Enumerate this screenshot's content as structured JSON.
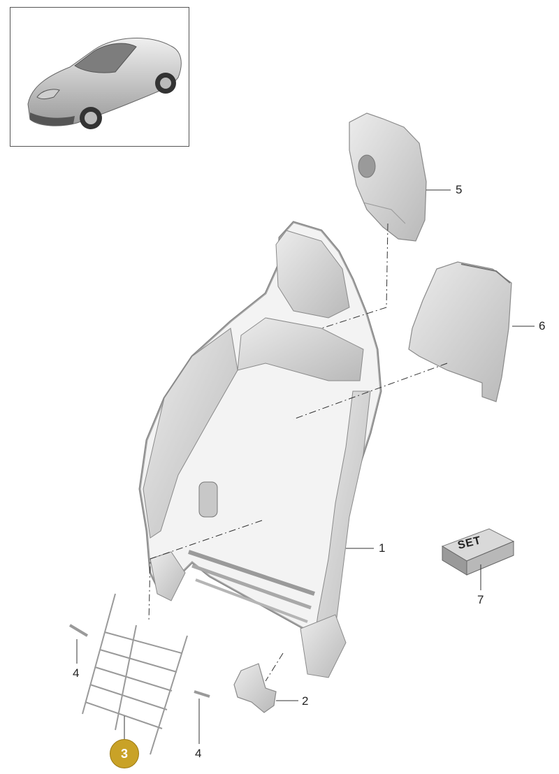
{
  "callouts": {
    "c1": "1",
    "c2": "2",
    "c3": "3",
    "c4a": "4",
    "c4b": "4",
    "c5": "5",
    "c6": "6",
    "c7": "7"
  },
  "set_box": {
    "label": "SET"
  },
  "colors": {
    "part_fill": "#d9d9d9",
    "part_stroke": "#8a8a8a",
    "leader": "#333333",
    "highlight_badge": "#c9a227"
  }
}
